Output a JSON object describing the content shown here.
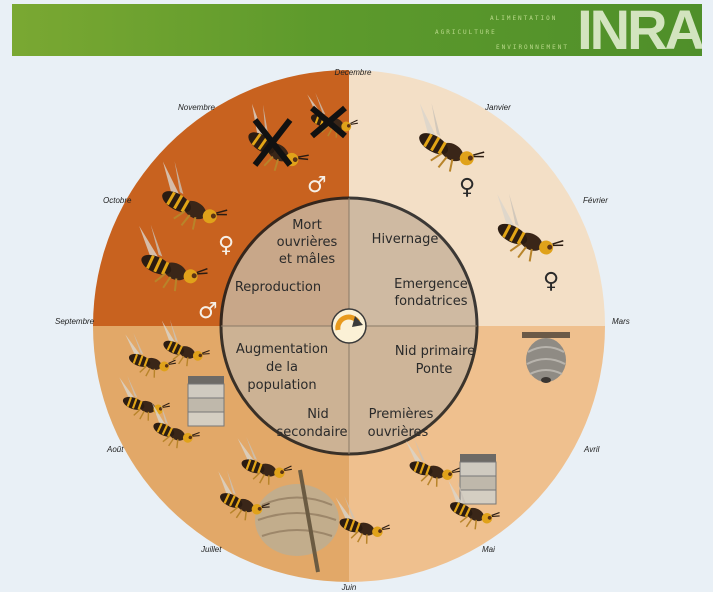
{
  "header": {
    "tagline_1": "ALIMENTATION",
    "tagline_2": "AGRICULTURE",
    "tagline_3": "ENVIRONNEMENT",
    "logo": "INRA"
  },
  "months": {
    "decembre": "Decembre",
    "janvier": "Janvier",
    "fevrier": "Février",
    "mars": "Mars",
    "avril": "Avril",
    "mai": "Mai",
    "juin": "Juin",
    "juillet": "Juillet",
    "aout": "Août",
    "septembre": "Septembre",
    "octobre": "Octobre",
    "novembre": "Novembre"
  },
  "phases": {
    "mort_1": "Mort",
    "mort_2": "ouvrières",
    "mort_3": "et mâles",
    "reproduction": "Reproduction",
    "hivernage": "Hivernage",
    "emergence_1": "Emergence",
    "emergence_2": "fondatrices",
    "nid_primaire": "Nid primaire",
    "ponte": "Ponte",
    "premieres_1": "Premières",
    "premieres_2": "ouvrières",
    "augmentation_1": "Augmentation",
    "augmentation_2": "de la",
    "augmentation_3": "population",
    "nid_1": "Nid",
    "nid_2": "secondaire"
  },
  "symbols": {
    "male": "♂",
    "female": "♀"
  },
  "colors": {
    "quadrant_autumn": "#c8621f",
    "quadrant_winter": "#f3dfc6",
    "quadrant_spring": "#efc08e",
    "quadrant_summer": "#e2a868",
    "inner_ring": "#c9b49c",
    "banner_green": "#5d9a2c"
  }
}
